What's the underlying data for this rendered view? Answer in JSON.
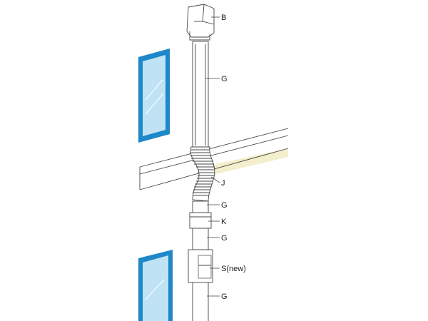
{
  "labels": {
    "B": "B",
    "G_upper": "G",
    "J": "J",
    "G_mid": "G",
    "K": "K",
    "G_lower": "G",
    "S": "S(new)",
    "G_bottom": "G"
  },
  "colors": {
    "window_frame": "#1e88c8",
    "window_glass": "#bfe3f5",
    "pipe_fill": "#ffffff",
    "line": "#444444",
    "tape": "#f3efcc"
  }
}
